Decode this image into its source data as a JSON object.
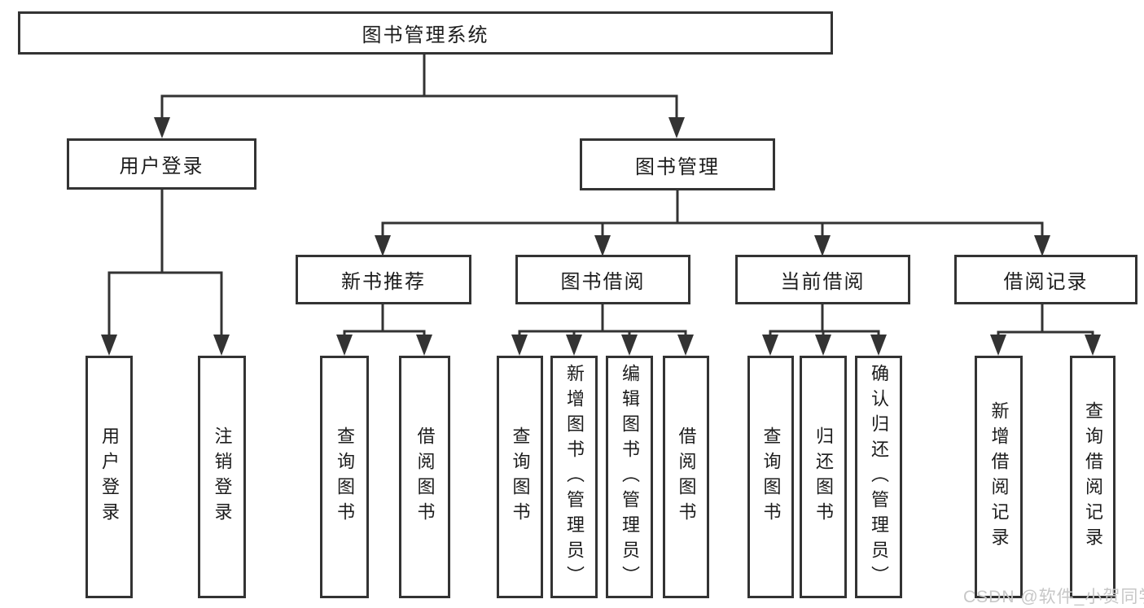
{
  "diagram": {
    "root": {
      "label": "图书管理系统"
    },
    "level2": [
      {
        "label": "用户登录"
      },
      {
        "label": "图书管理"
      }
    ],
    "level3": [
      {
        "label": "新书推荐"
      },
      {
        "label": "图书借阅"
      },
      {
        "label": "当前借阅"
      },
      {
        "label": "借阅记录"
      }
    ],
    "leaves": {
      "user_login": [
        "用户登录",
        "注销登录"
      ],
      "new_book_rec": [
        "查询图书",
        "借阅图书"
      ],
      "book_borrow": [
        "查询图书",
        "新增图书（管理员）",
        "编辑图书（管理员）",
        "借阅图书"
      ],
      "current_borrow": [
        "查询图书",
        "归还图书",
        "确认归还（管理员）"
      ],
      "borrow_record": [
        "新增借阅记录",
        "查询借阅记录"
      ]
    }
  },
  "watermark": {
    "text": "CSDN @软件_小贺同学"
  },
  "colors": {
    "line": "#333333",
    "text": "#1c1c1c",
    "box_background": "#ffffff",
    "watermark": "#c7c7c7",
    "background": "#ffffff"
  }
}
